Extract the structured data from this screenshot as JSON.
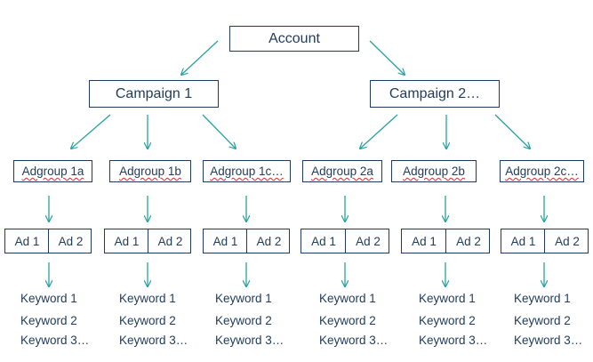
{
  "account": {
    "label": "Account"
  },
  "campaigns": [
    {
      "label": "Campaign 1"
    },
    {
      "label": "Campaign 2…"
    }
  ],
  "adgroups": [
    {
      "label": "Adgroup 1a",
      "ads": [
        "Ad 1",
        "Ad 2"
      ],
      "keywords": [
        "Keyword 1",
        "Keyword 2",
        "Keyword 3…"
      ]
    },
    {
      "label": "Adgroup 1b",
      "ads": [
        "Ad 1",
        "Ad 2"
      ],
      "keywords": [
        "Keyword 1",
        "Keyword 2",
        "Keyword 3…"
      ]
    },
    {
      "label": "Adgroup 1c…",
      "ads": [
        "Ad 1",
        "Ad 2"
      ],
      "keywords": [
        "Keyword 1",
        "Keyword 2",
        "Keyword 3…"
      ]
    },
    {
      "label": "Adgroup 2a",
      "ads": [
        "Ad 1",
        "Ad 2"
      ],
      "keywords": [
        "Keyword 1",
        "Keyword 2",
        "Keyword 3…"
      ]
    },
    {
      "label": "Adgroup 2b",
      "ads": [
        "Ad 1",
        "Ad 2"
      ],
      "keywords": [
        "Keyword 1",
        "Keyword 2",
        "Keyword 3…"
      ]
    },
    {
      "label": "Adgroup 2c…",
      "ads": [
        "Ad 1",
        "Ad 2"
      ],
      "keywords": [
        "Keyword 1",
        "Keyword 2",
        "Keyword 3…"
      ]
    }
  ],
  "colors": {
    "box_border": "#1f3a5a",
    "arrow": "#2aa1a1",
    "text": "#1f3a5a",
    "spell_underline": "#d0312d"
  }
}
